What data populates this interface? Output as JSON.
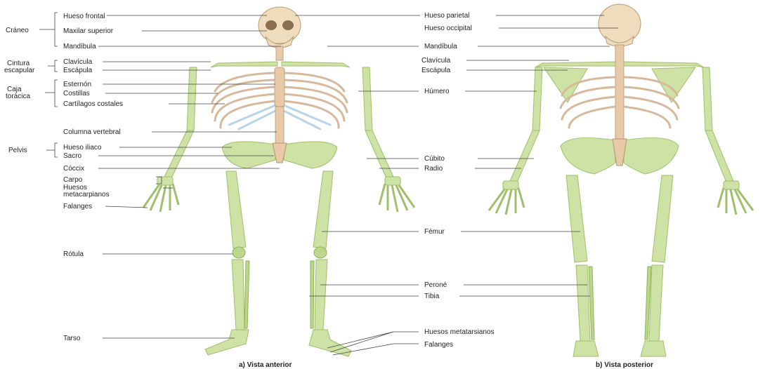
{
  "groups": {
    "craneo": "Cráneo",
    "cintura_1": "Cintura",
    "cintura_2": "escapular",
    "caja_1": "Caja",
    "caja_2": "torácica",
    "pelvis": "Pelvis"
  },
  "anterior_labels": {
    "hueso_frontal": "Hueso frontal",
    "maxilar_superior": "Maxilar superior",
    "mandibula": "Mandíbula",
    "clavicula": "Clavícula",
    "escapula": "Escápula",
    "esternon": "Esternón",
    "costillas": "Costillas",
    "cartilagos_costales": "Cartílagos costales",
    "columna_vertebral": "Columna vertebral",
    "hueso_iliaco": "Hueso iliaco",
    "sacro": "Sacro",
    "coccix": "Cóccix",
    "carpo": "Carpo",
    "huesos_metacarpianos_1": "Huesos",
    "huesos_metacarpianos_2": "metacarpianos",
    "falanges": "Falanges",
    "rotula": "Rótula",
    "tarso": "Tarso"
  },
  "middle_labels": {
    "hueso_parietal": "Hueso parietal",
    "hueso_occipital": "Hueso occipital",
    "mandibula": "Mandíbula",
    "clavicula": "Clavícula",
    "escapula": "Escápula",
    "humero": "Húmero",
    "cubito": "Cúbito",
    "radio": "Radio",
    "femur": "Fémur",
    "perone": "Peroné",
    "tibia": "Tibia",
    "huesos_metatarsianos": "Huesos metatarsianos",
    "falanges": "Falanges"
  },
  "captions": {
    "anterior": "a) Vista anterior",
    "posterior": "b) Vista posterior"
  },
  "colors": {
    "bone": "#cfe2a6",
    "skull": "#eedcbc",
    "rib": "#d8b89a",
    "cartilage": "#b8d4e6"
  }
}
